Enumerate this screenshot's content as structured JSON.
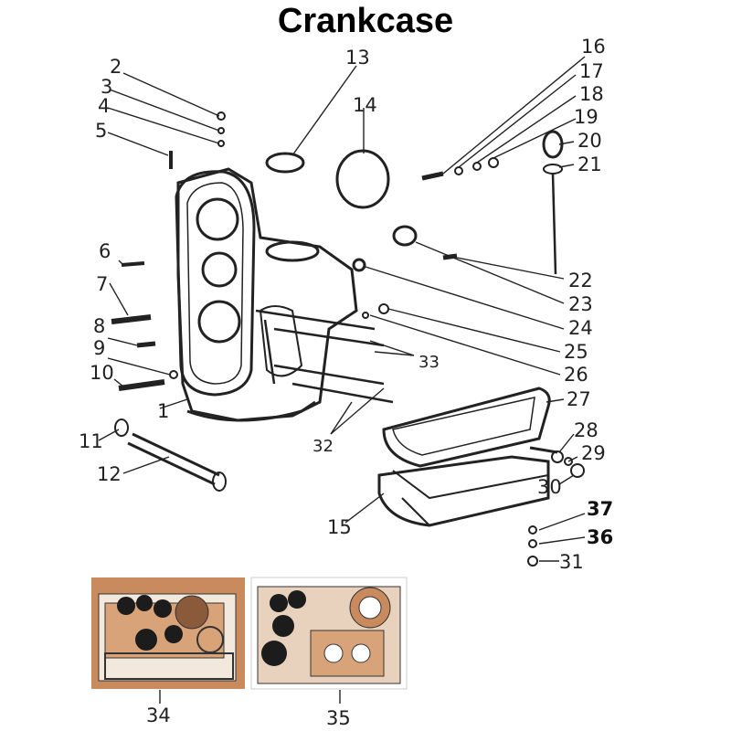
{
  "title": "Crankcase",
  "callouts": [
    {
      "id": "c1",
      "num": "1"
    },
    {
      "id": "c2",
      "num": "2"
    },
    {
      "id": "c3",
      "num": "3"
    },
    {
      "id": "c4",
      "num": "4"
    },
    {
      "id": "c5",
      "num": "5"
    },
    {
      "id": "c6",
      "num": "6"
    },
    {
      "id": "c7",
      "num": "7"
    },
    {
      "id": "c8",
      "num": "8"
    },
    {
      "id": "c9",
      "num": "9"
    },
    {
      "id": "c10",
      "num": "10"
    },
    {
      "id": "c11",
      "num": "11"
    },
    {
      "id": "c12",
      "num": "12"
    },
    {
      "id": "c13",
      "num": "13"
    },
    {
      "id": "c14",
      "num": "14"
    },
    {
      "id": "c15",
      "num": "15"
    },
    {
      "id": "c16",
      "num": "16"
    },
    {
      "id": "c17",
      "num": "17"
    },
    {
      "id": "c18",
      "num": "18"
    },
    {
      "id": "c19",
      "num": "19"
    },
    {
      "id": "c20",
      "num": "20"
    },
    {
      "id": "c21",
      "num": "21"
    },
    {
      "id": "c22",
      "num": "22"
    },
    {
      "id": "c23",
      "num": "23"
    },
    {
      "id": "c24",
      "num": "24"
    },
    {
      "id": "c25",
      "num": "25"
    },
    {
      "id": "c26",
      "num": "26"
    },
    {
      "id": "c27",
      "num": "27"
    },
    {
      "id": "c28",
      "num": "28"
    },
    {
      "id": "c29",
      "num": "29"
    },
    {
      "id": "c30",
      "num": "30"
    },
    {
      "id": "c31",
      "num": "31"
    },
    {
      "id": "c32",
      "num": "32"
    },
    {
      "id": "c33",
      "num": "33"
    },
    {
      "id": "c34",
      "num": "34"
    },
    {
      "id": "c35",
      "num": "35"
    },
    {
      "id": "c36",
      "num": "36"
    },
    {
      "id": "c37",
      "num": "37"
    }
  ],
  "colors": {
    "ink": "#222222",
    "photo_bg": "#c98a5e",
    "gasket": "#d9a37a",
    "rubber": "#1c1c1c",
    "paper": "#f2e8dc"
  }
}
